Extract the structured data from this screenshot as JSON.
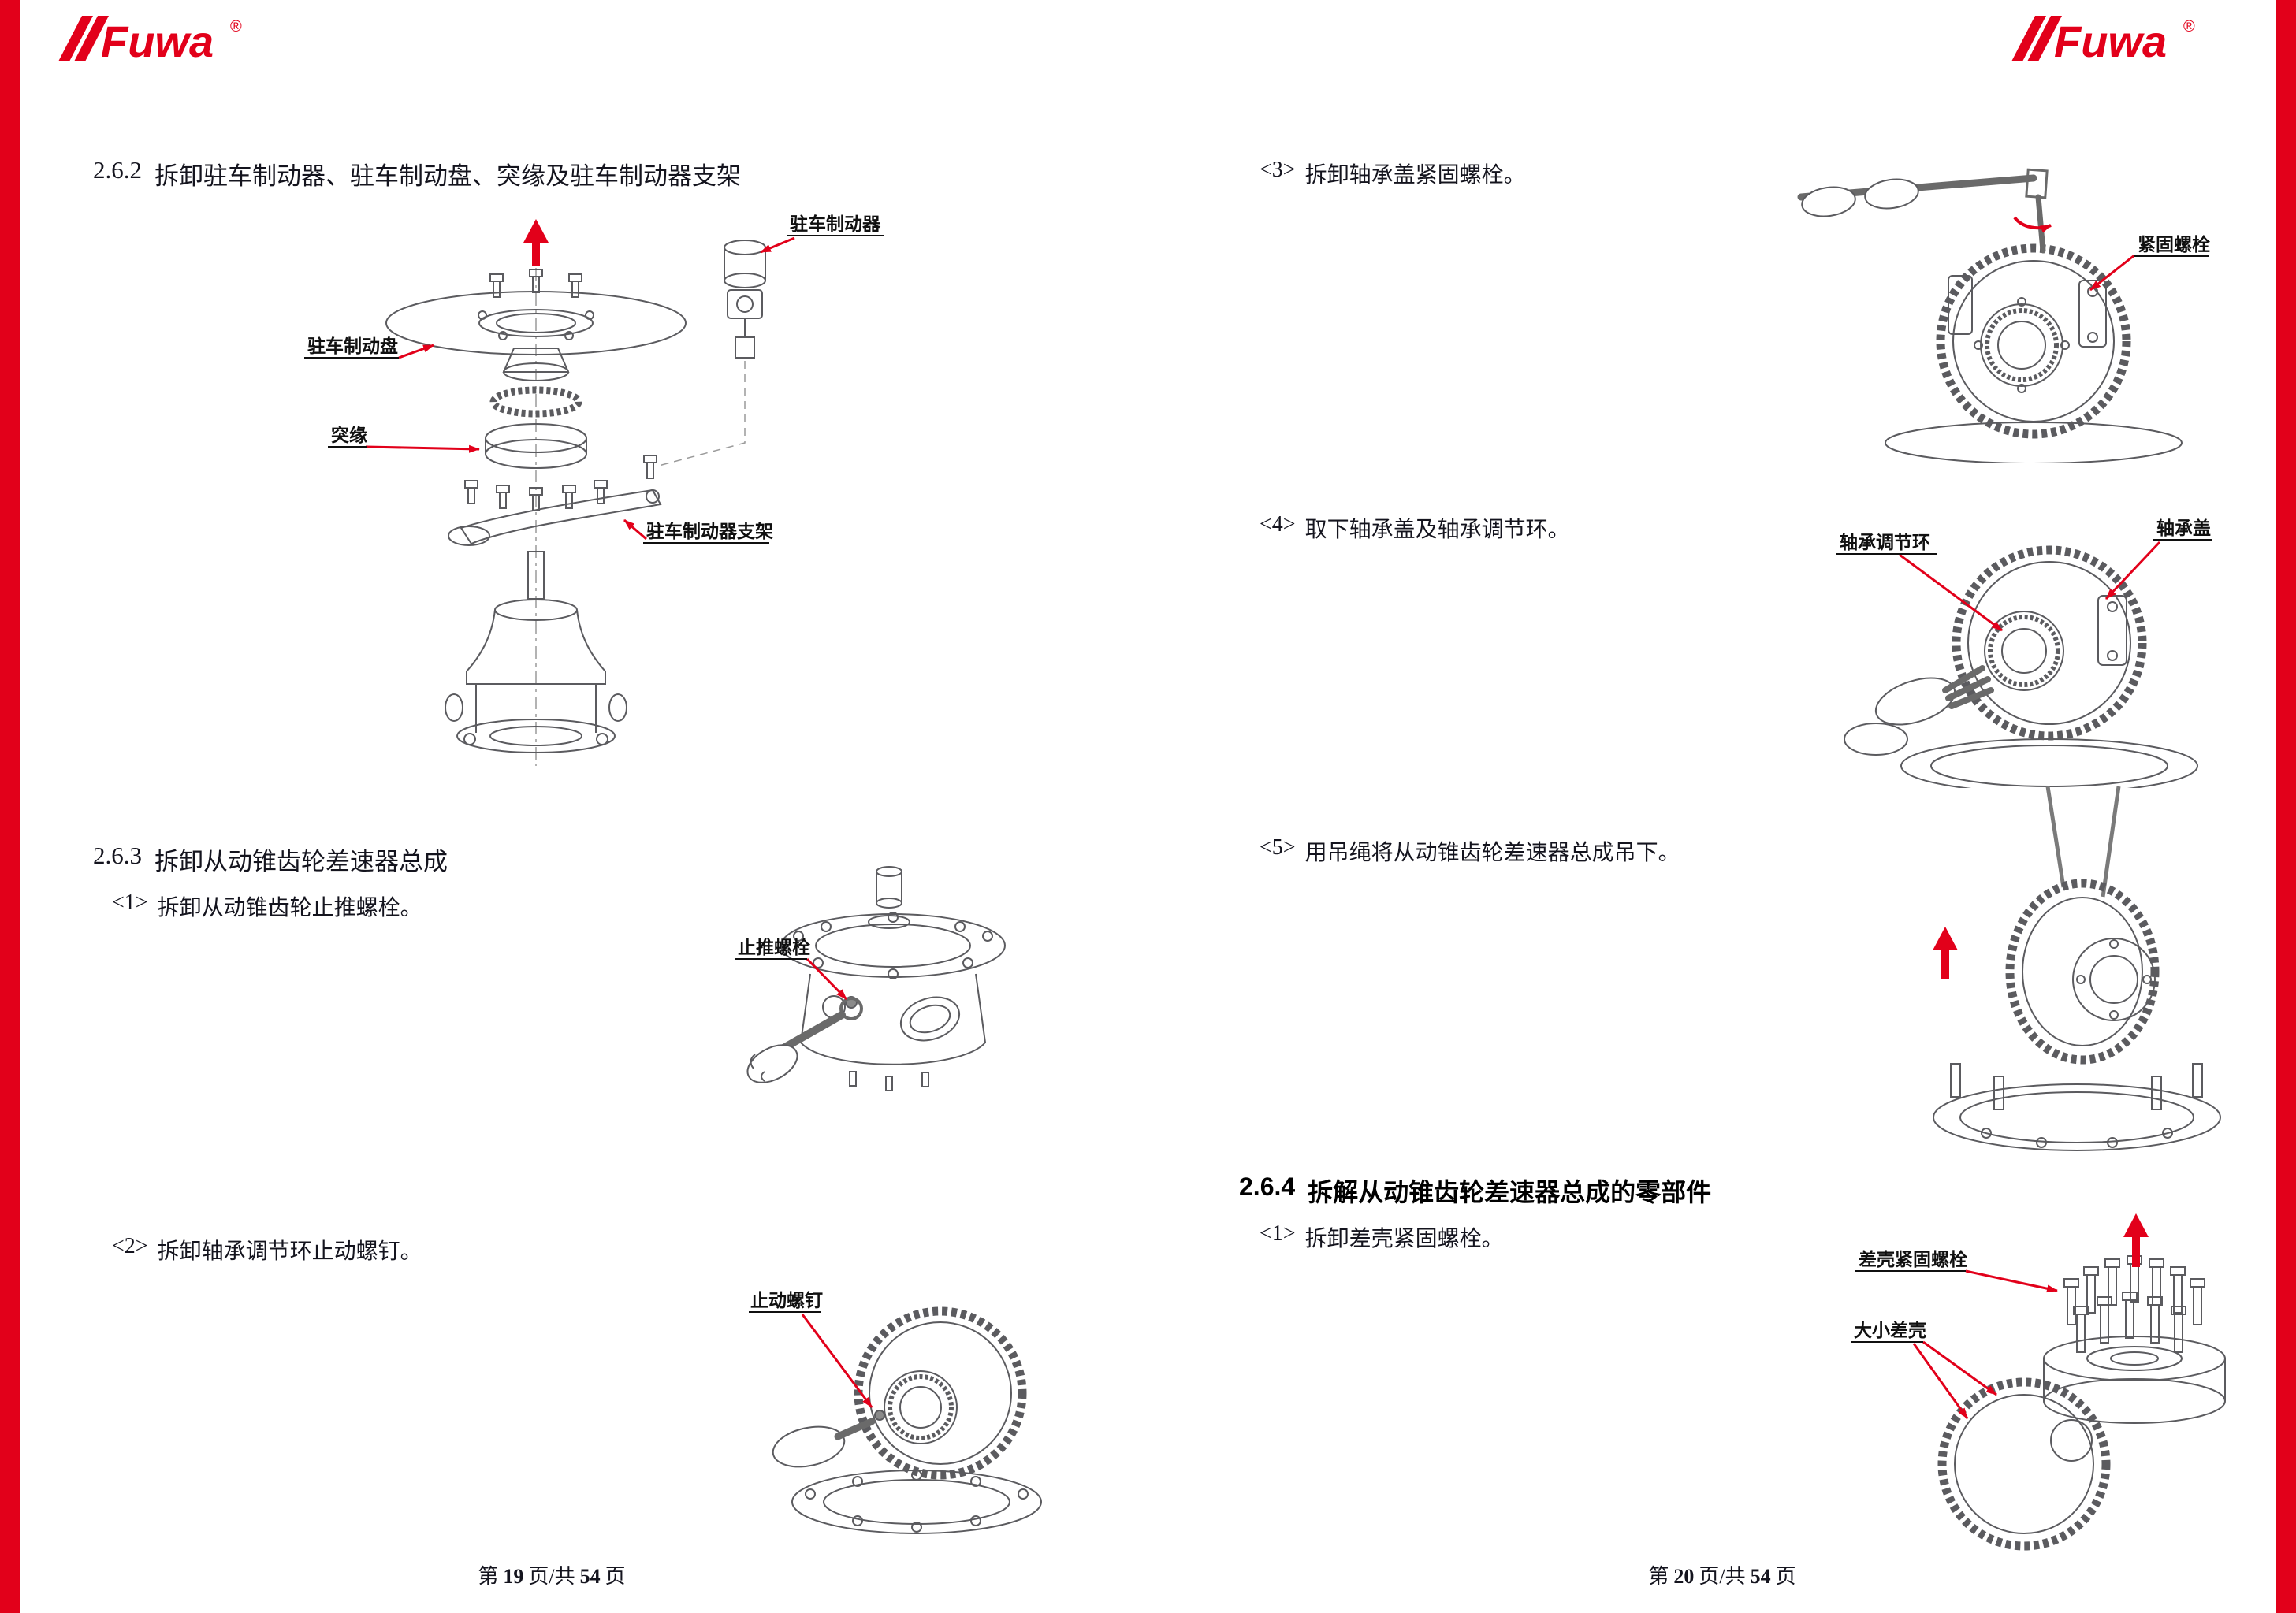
{
  "colors": {
    "brand_red": "#e2001a",
    "line_gray": "#5b5b5f",
    "label_black": "#101010"
  },
  "brand": {
    "name": "Fuwa",
    "registered": "®"
  },
  "left_page": {
    "section_262_number": "2.6.2",
    "section_262_title": "拆卸驻车制动器、驻车制动盘、突缘及驻车制动器支架",
    "section_263_number": "2.6.3",
    "section_263_title": "拆卸从动锥齿轮差速器总成",
    "step1_marker": "<1>",
    "step1_text": "拆卸从动锥齿轮止推螺栓。",
    "step2_marker": "<2>",
    "step2_text": "拆卸轴承调节环止动螺钉。",
    "labels": {
      "parking_brake": "驻车制动器",
      "parking_brake_disc": "驻车制动盘",
      "flange": "突缘",
      "parking_brake_bracket": "驻车制动器支架",
      "thrust_bolt": "止推螺栓",
      "stop_screw": "止动螺钉"
    },
    "footer_word1": "第",
    "footer_page": "19",
    "footer_word2": "页/共",
    "footer_total": "54",
    "footer_word3": "页"
  },
  "right_page": {
    "step3_marker": "<3>",
    "step3_text": "拆卸轴承盖紧固螺栓。",
    "step4_marker": "<4>",
    "step4_text": "取下轴承盖及轴承调节环。",
    "step5_marker": "<5>",
    "step5_text": "用吊绳将从动锥齿轮差速器总成吊下。",
    "section_264_number": "2.6.4",
    "section_264_title": "拆解从动锥齿轮差速器总成的零部件",
    "step1_marker": "<1>",
    "step1_text": "拆卸差壳紧固螺栓。",
    "labels": {
      "fastening_bolt": "紧固螺栓",
      "bearing_adjusting_ring": "轴承调节环",
      "bearing_cap": "轴承盖",
      "case_fastening_bolt": "差壳紧固螺栓",
      "diff_cases": "大小差壳"
    },
    "footer_word1": "第",
    "footer_page": "20",
    "footer_word2": "页/共",
    "footer_total": "54",
    "footer_word3": "页"
  }
}
